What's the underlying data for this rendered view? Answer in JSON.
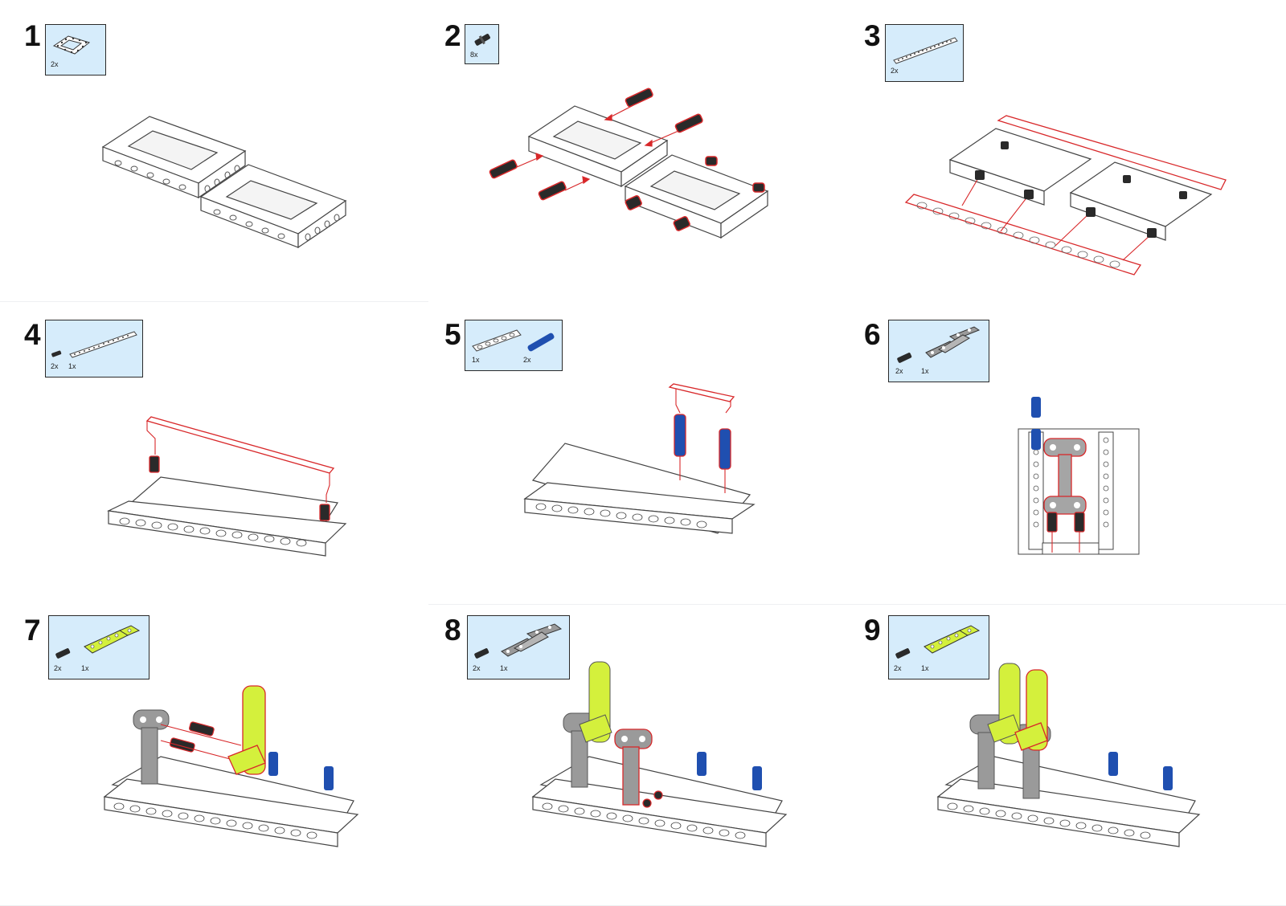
{
  "steps": [
    {
      "number": "1",
      "parts": [
        {
          "qty": "2x",
          "icon": "frame-5x7-icon"
        }
      ]
    },
    {
      "number": "2",
      "parts": [
        {
          "qty": "8x",
          "icon": "friction-pin-icon"
        }
      ]
    },
    {
      "number": "3",
      "parts": [
        {
          "qty": "2x",
          "icon": "beam-15-icon"
        }
      ]
    },
    {
      "number": "4",
      "parts": [
        {
          "qty": "2x",
          "icon": "friction-pin-icon"
        },
        {
          "qty": "1x",
          "icon": "beam-15-icon"
        }
      ]
    },
    {
      "number": "5",
      "parts": [
        {
          "qty": "1x",
          "icon": "beam-5-icon"
        },
        {
          "qty": "2x",
          "icon": "blue-axle-pin-icon"
        }
      ]
    },
    {
      "number": "6",
      "parts": [
        {
          "qty": "2x",
          "icon": "friction-pin-icon"
        },
        {
          "qty": "1x",
          "icon": "h-connector-icon"
        }
      ]
    },
    {
      "number": "7",
      "parts": [
        {
          "qty": "2x",
          "icon": "friction-pin-icon"
        },
        {
          "qty": "1x",
          "icon": "lime-l-beam-icon"
        }
      ]
    },
    {
      "number": "8",
      "parts": [
        {
          "qty": "2x",
          "icon": "friction-pin-icon"
        },
        {
          "qty": "1x",
          "icon": "h-connector-icon"
        }
      ]
    },
    {
      "number": "9",
      "parts": [
        {
          "qty": "2x",
          "icon": "friction-pin-icon"
        },
        {
          "qty": "1x",
          "icon": "lime-l-beam-icon"
        }
      ]
    }
  ],
  "colors": {
    "parts_box_bg": "#d6ecfb",
    "highlight_red": "#d8282a",
    "pin_black": "#2a2a2a",
    "pin_blue": "#1f4fb0",
    "lime": "#d4f03c",
    "grey_part": "#9a9a9a"
  }
}
